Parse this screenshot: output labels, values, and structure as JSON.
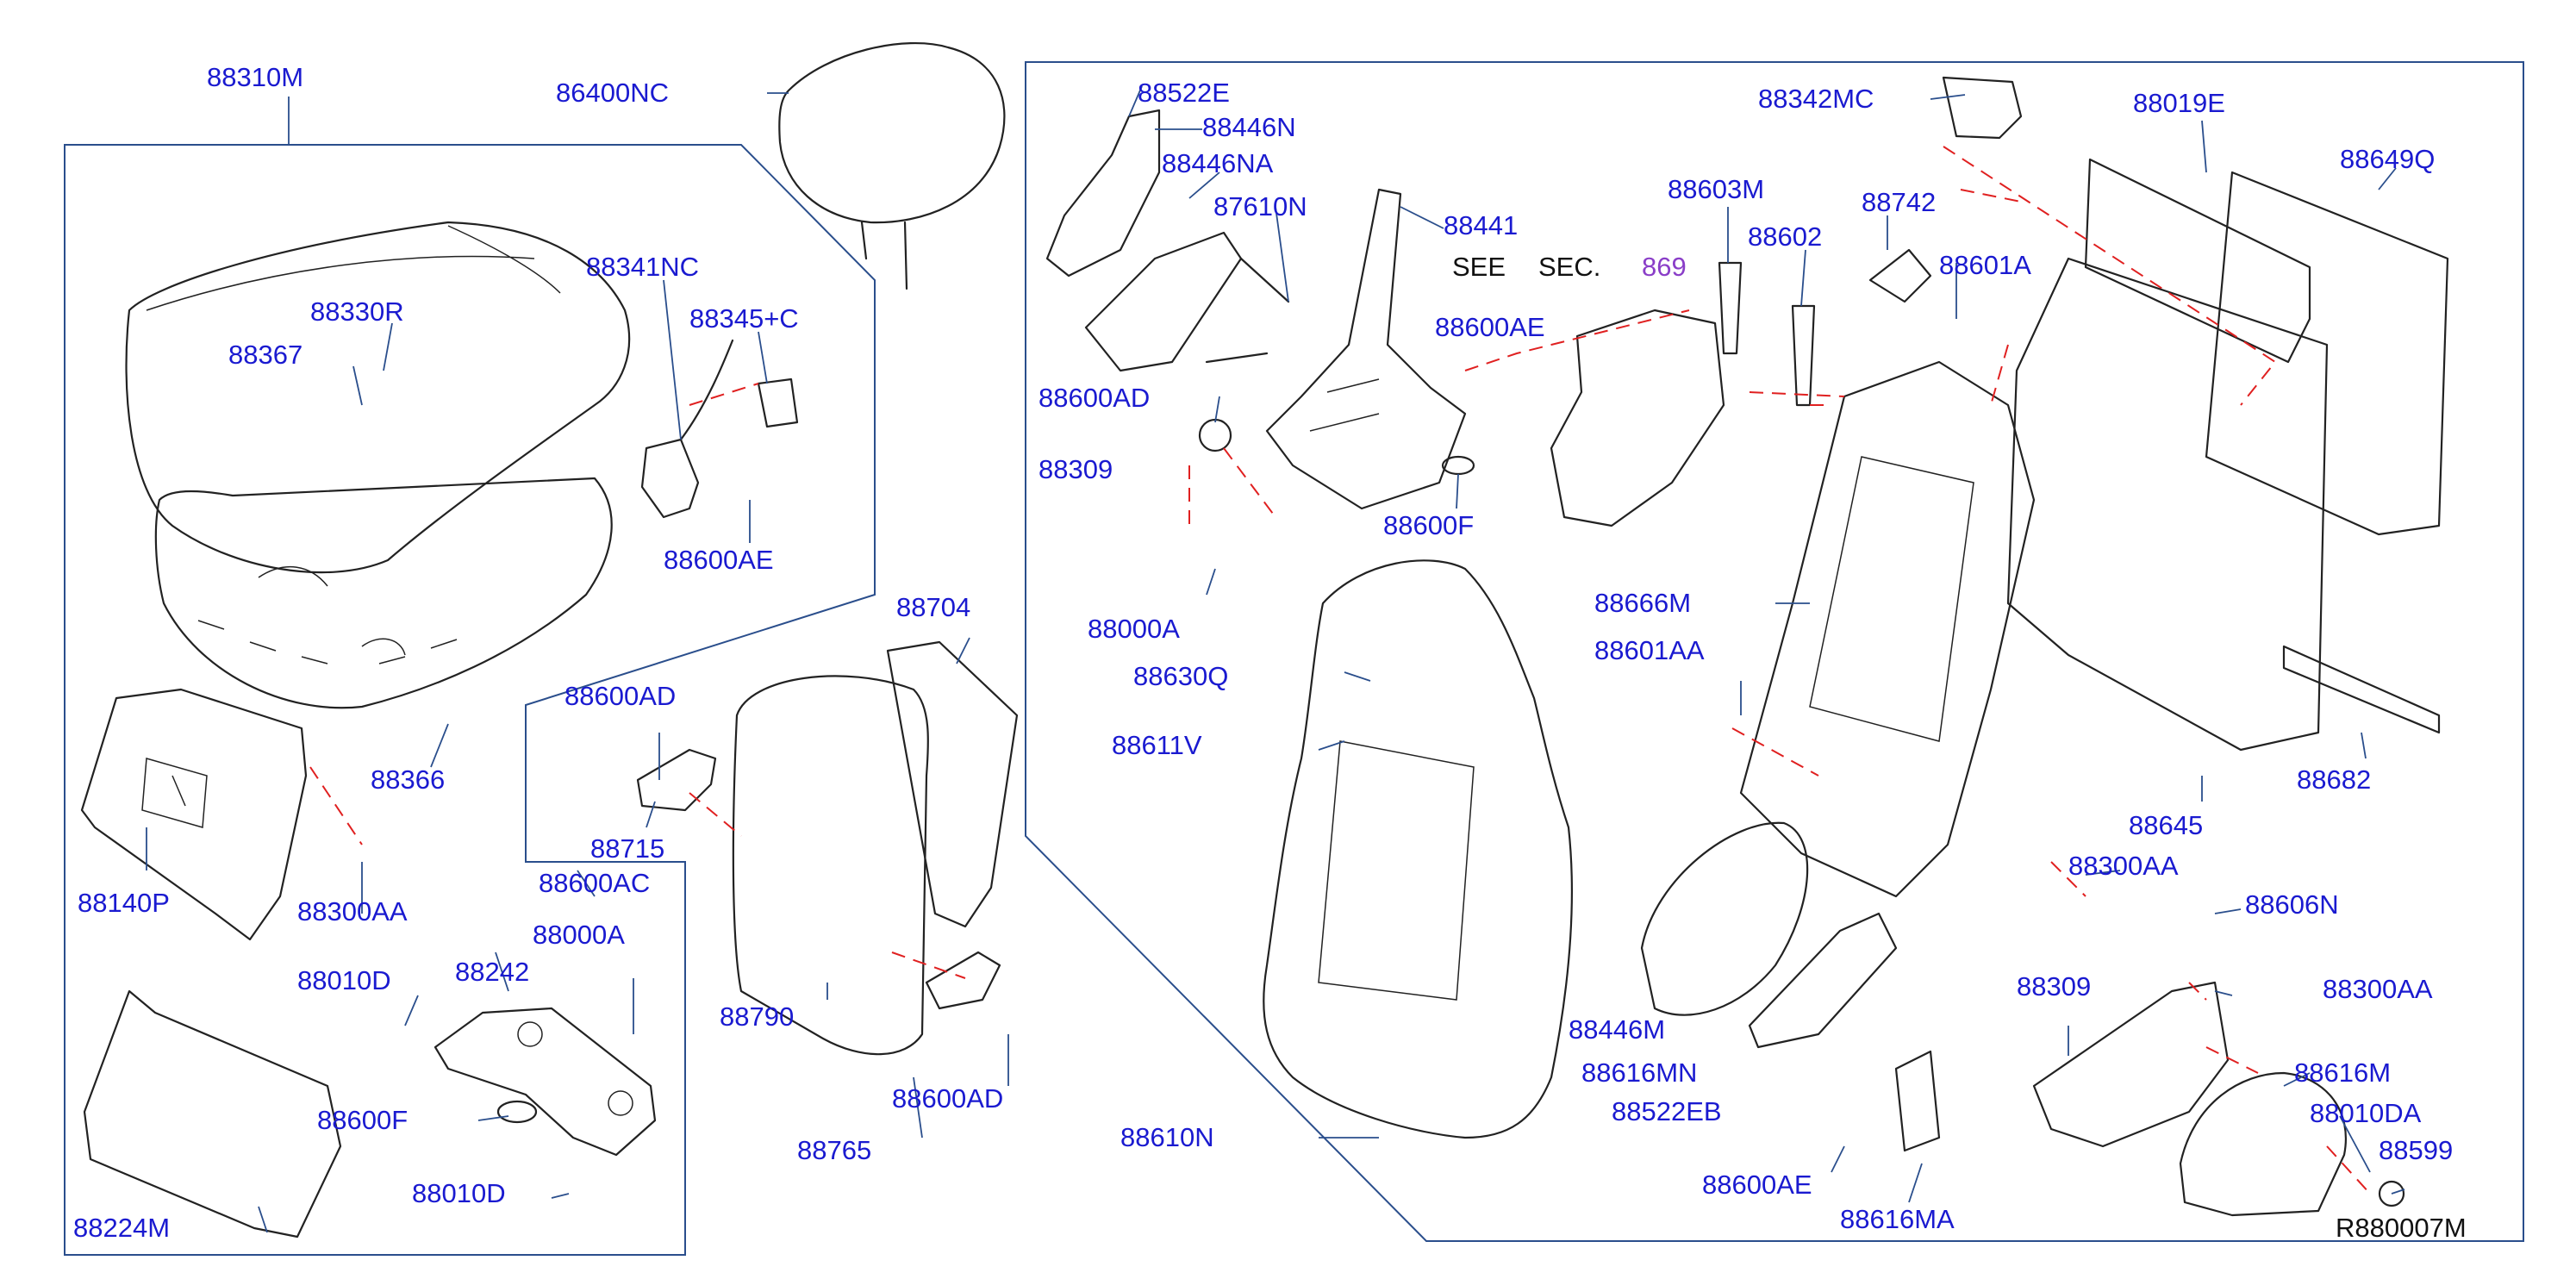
{
  "diagram": {
    "reference_code": "R880007M",
    "see_note": {
      "see": "SEE",
      "sec": "SEC.",
      "section": "869"
    },
    "accent_colors": {
      "label": "#1a1ad0",
      "leader": "#2a4e8c",
      "link": "#e02020",
      "reference": "#8a3ec8"
    },
    "parts": [
      "88310M",
      "86400NC",
      "88341NC",
      "88330R",
      "88367",
      "88345+C",
      "88600AE",
      "88366",
      "88140P",
      "88300AA",
      "88600AD",
      "88715",
      "88600AC",
      "88704",
      "88790",
      "88765",
      "88600AD",
      "88010D",
      "88242",
      "88000A",
      "88600F",
      "88010D",
      "88224M",
      "88522E",
      "88446N",
      "88446NA",
      "87610N",
      "88441",
      "88600AD",
      "88309",
      "88000A",
      "88600F",
      "88630Q",
      "88611V",
      "88342MC",
      "88603M",
      "88602",
      "88742",
      "88601A",
      "88600AE",
      "88666M",
      "88601AA",
      "88019E",
      "88649Q",
      "88645",
      "88682",
      "88300AA",
      "88606N",
      "88300AA",
      "88446M",
      "88616MN",
      "88522EB",
      "88309",
      "88616M",
      "88010DA",
      "88599",
      "88600AE",
      "88616MA",
      "88610N"
    ]
  }
}
